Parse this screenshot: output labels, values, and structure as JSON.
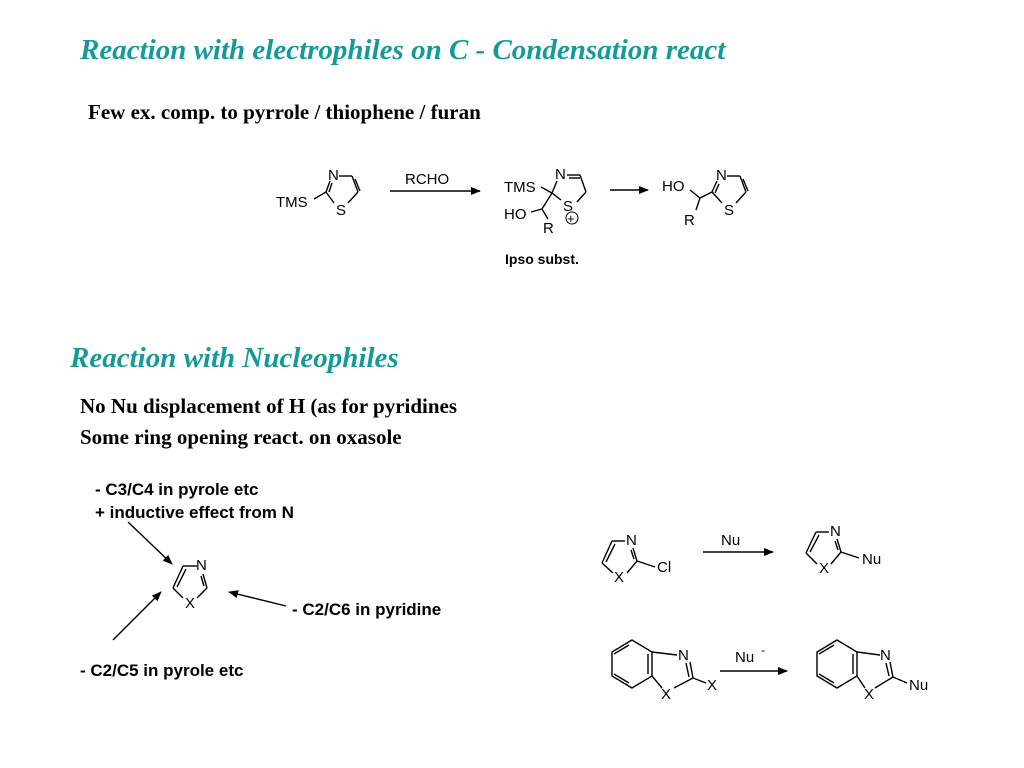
{
  "slide": {
    "title1": "Reaction with electrophiles on C  -  Condensation react",
    "subtitle1": "Few ex. comp. to pyrrole / thiophene / furan",
    "title2": "Reaction with Nucleophiles",
    "line1": "No Nu displacement of H (as for pyridines",
    "line2": "Some ring opening react. on oxasole"
  },
  "scheme1": {
    "reactant": {
      "sub": "TMS",
      "n": "N",
      "s": "S"
    },
    "reagent": "RCHO",
    "intermediate": {
      "tms": "TMS",
      "n": "N",
      "s": "S",
      "ho": "HO",
      "r": "R",
      "charge": "+"
    },
    "product": {
      "ho": "HO",
      "r": "R",
      "n": "N",
      "s": "S"
    },
    "caption": "Ipso subst."
  },
  "reactivity": {
    "label_c3c4": "- C3/C4 in pyrole etc",
    "label_inductive": "+ inductive effect from N",
    "label_c2c6": "-  C2/C6 in pyridine",
    "label_c2c5": "- C2/C5 in pyrole etc",
    "ring": {
      "n": "N",
      "x": "X"
    }
  },
  "scheme2": {
    "reactant": {
      "n": "N",
      "x": "X",
      "cl": "Cl"
    },
    "reagent": "Nu",
    "product": {
      "n": "N",
      "x": "X",
      "nu": "Nu"
    }
  },
  "scheme3": {
    "reactant": {
      "n": "N",
      "x1": "X",
      "x2": "X"
    },
    "reagent": "Nu",
    "reagent_charge": "-",
    "product": {
      "n": "N",
      "x": "X",
      "nu": "Nu"
    }
  }
}
